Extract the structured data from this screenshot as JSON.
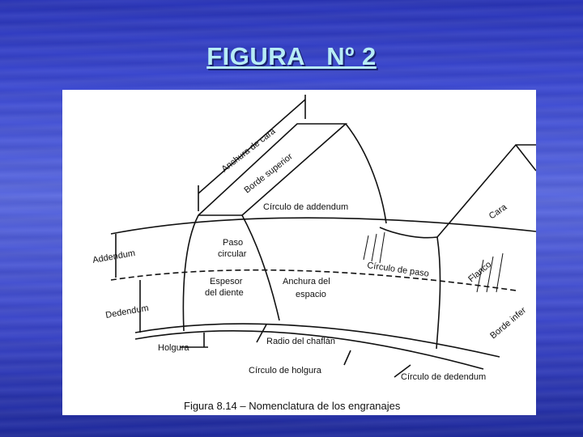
{
  "slide": {
    "title": "FIGURA   Nº 2"
  },
  "figure": {
    "caption": "Figura 8.14 – Nomenclatura de los engranajes",
    "labels": {
      "anchura_cara": "Anchura de cara",
      "borde_superior": "Borde superior",
      "circulo_addendum": "Círculo de addendum",
      "cara": "Cara",
      "addendum": "Addendum",
      "paso_circular_1": "Paso",
      "paso_circular_2": "circular",
      "circulo_paso": "Círculo de paso",
      "flanco": "Flanco",
      "espesor_1": "Espesor",
      "espesor_2": "del diente",
      "anchura_espacio_1": "Anchura del",
      "anchura_espacio_2": "espacio",
      "dedendum": "Dedendum",
      "borde_inferior": "Borde infer",
      "holgura": "Holgura",
      "radio_chaflan": "Radio del chaflán",
      "circulo_holgura": "Círculo de holgura",
      "circulo_dedendum": "Círculo de dedendum"
    }
  }
}
